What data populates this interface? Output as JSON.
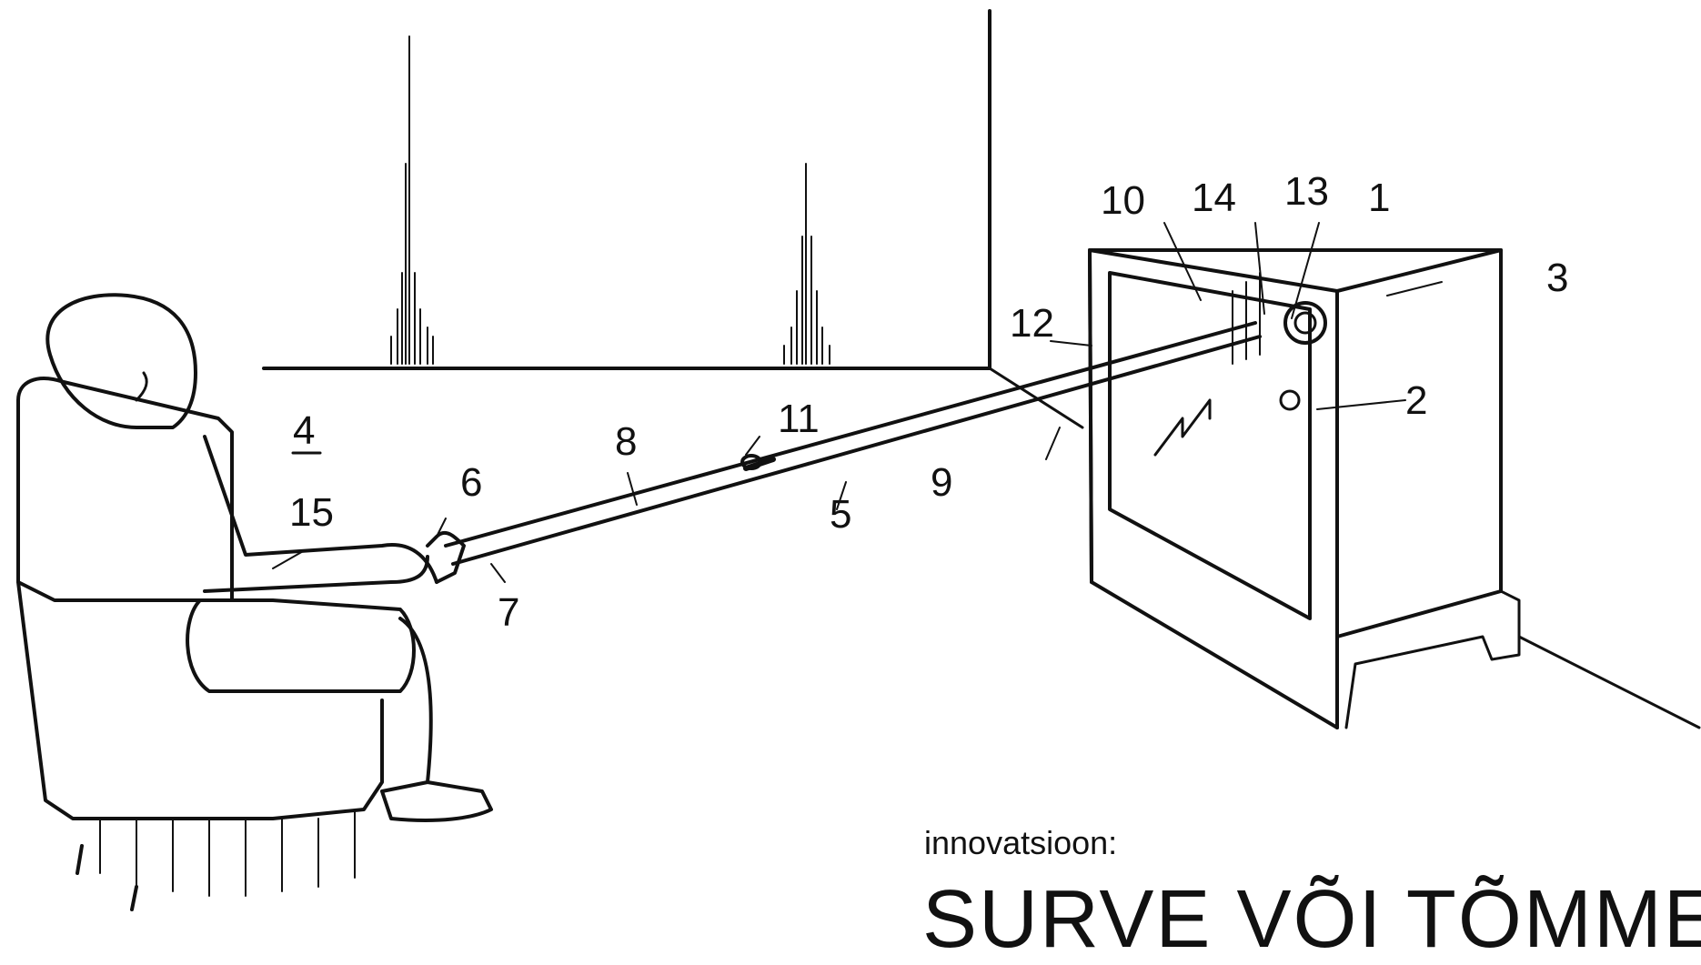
{
  "caption": {
    "subtitle": "innovatsioon:",
    "title": "SURVE VÕI TÕMME"
  },
  "diagram_labels": [
    "1",
    "2",
    "3",
    "4",
    "5",
    "6",
    "7",
    "8",
    "9",
    "10",
    "11",
    "12",
    "13",
    "14",
    "15"
  ],
  "colors": {
    "ink": "#111111",
    "background": "#ffffff"
  }
}
